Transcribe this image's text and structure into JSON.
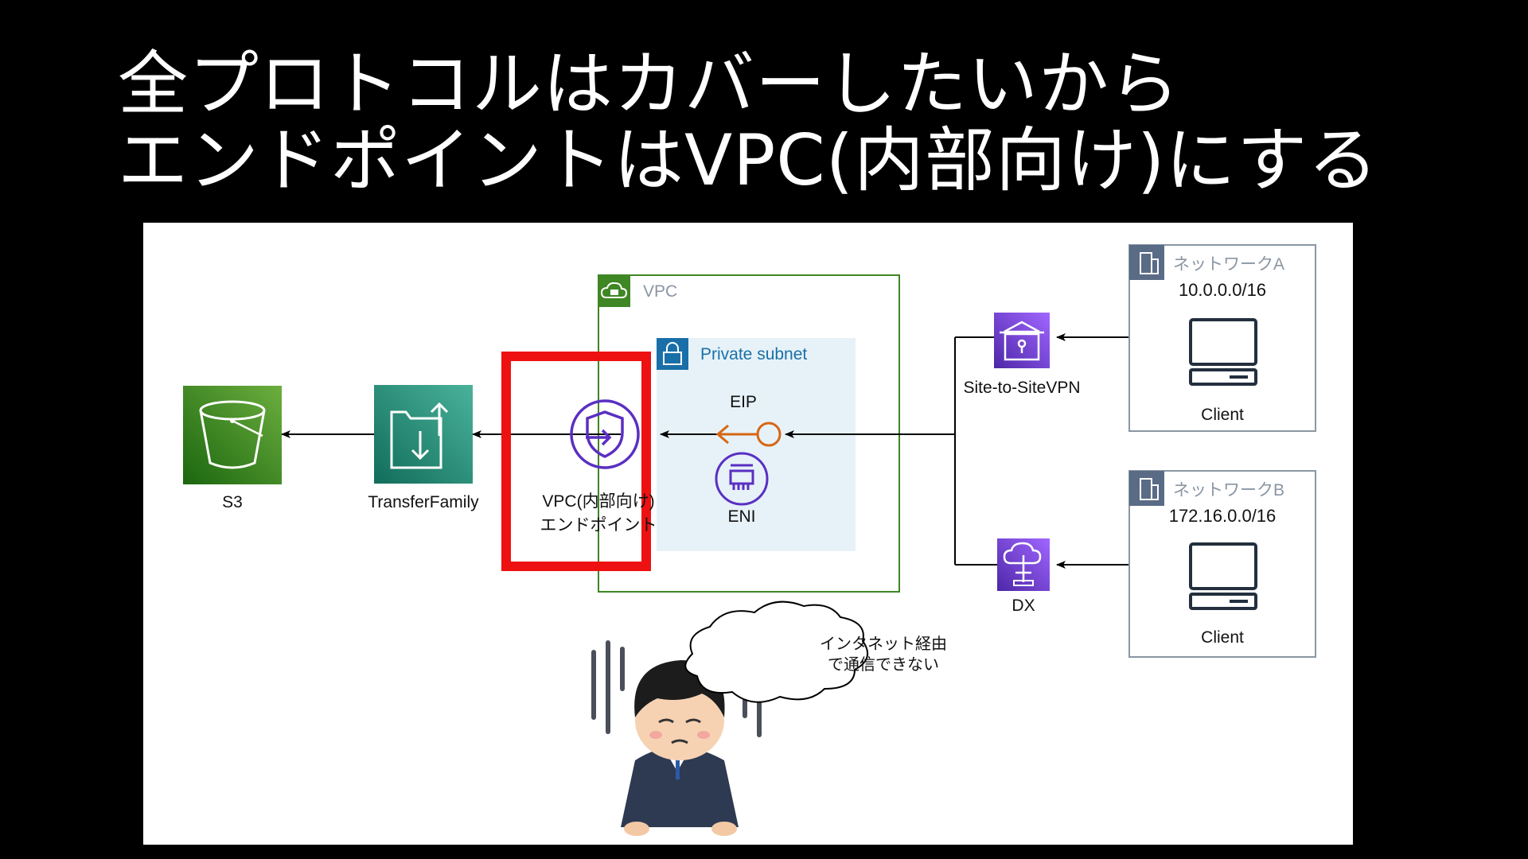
{
  "slide": {
    "title_line1": "全プロトコルはカバーしたいから",
    "title_line2": "エンドポイントはVPC(内部向け)にする"
  },
  "diagram": {
    "s3": {
      "label": "S3",
      "icon": "s3-bucket-icon"
    },
    "transfer_family": {
      "label": "TransferFamily",
      "icon": "transfer-family-icon"
    },
    "vpc_endpoint": {
      "label_line1": "VPC(内部向け)",
      "label_line2": "エンドポイント",
      "icon": "vpc-endpoint-shield-icon"
    },
    "vpc": {
      "label": "VPC"
    },
    "private_subnet": {
      "label": "Private subnet"
    },
    "eip": {
      "label": "EIP"
    },
    "eni": {
      "label": "ENI"
    },
    "site_to_site_vpn": {
      "label": "Site-to-SiteVPN"
    },
    "dx": {
      "label": "DX"
    },
    "network_a": {
      "title": "ネットワークA",
      "cidr": "10.0.0.0/16",
      "client": "Client"
    },
    "network_b": {
      "title": "ネットワークB",
      "cidr": "172.16.0.0/16",
      "client": "Client"
    },
    "speech_bubble": {
      "line1": "インタネット経由",
      "line2": "で通信できない"
    }
  },
  "colors": {
    "highlight": "#ee1111",
    "vpc_border": "#3f8624",
    "subnet_fill": "#e6f2f8",
    "purple": "#7b3fcf",
    "s3_green": "#3f8624",
    "transfer_teal": "#1b9e84",
    "eip_orange": "#d86613"
  }
}
